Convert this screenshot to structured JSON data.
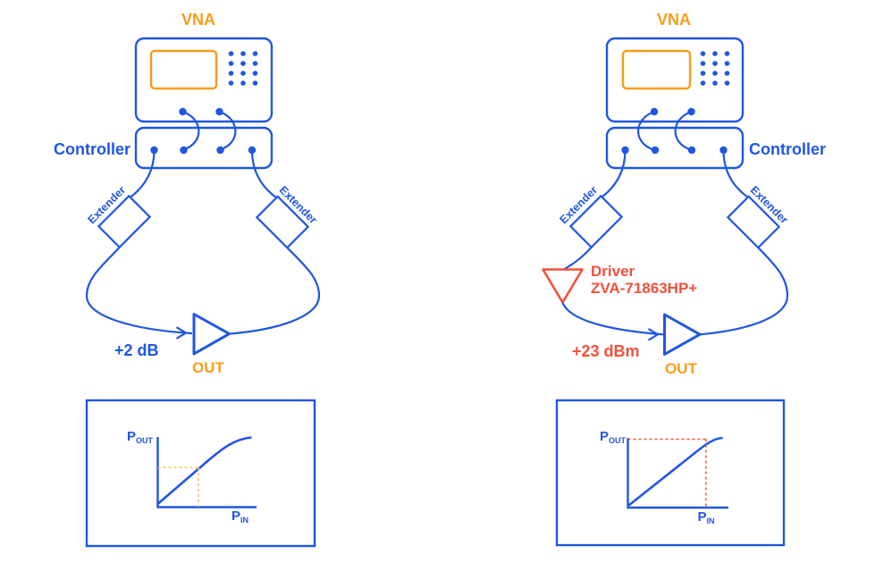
{
  "colors": {
    "blue": "#1f57e0",
    "orange": "#f89c1b",
    "red": "#f2503c",
    "dash_orange": "#f9bc63",
    "dash_red": "#f2503c",
    "background": "#ffffff"
  },
  "panels": {
    "left": {
      "vna_label": "VNA",
      "controller_label": "Controller",
      "extender_left_label": "Extender",
      "extender_right_label": "Extender",
      "gain_label": "+2 dB",
      "out_label": "OUT",
      "graph": {
        "y_label_main": "P",
        "y_label_sub": "OUT",
        "x_label_main": "P",
        "x_label_sub": "IN",
        "curve_type": "gain compression curve, operating point marked mid linear region with orange dashed lines"
      }
    },
    "right": {
      "vna_label": "VNA",
      "controller_label": "Controller",
      "extender_left_label": "Extender",
      "extender_right_label": "Extender",
      "driver_label_line1": "Driver",
      "driver_label_line2": "ZVA-71863HP+",
      "gain_label": "+23 dBm",
      "out_label": "OUT",
      "graph": {
        "y_label_main": "P",
        "y_label_sub": "OUT",
        "x_label_main": "P",
        "x_label_sub": "IN",
        "curve_type": "gain compression curve, operating point marked near saturation with red dashed lines"
      }
    }
  }
}
